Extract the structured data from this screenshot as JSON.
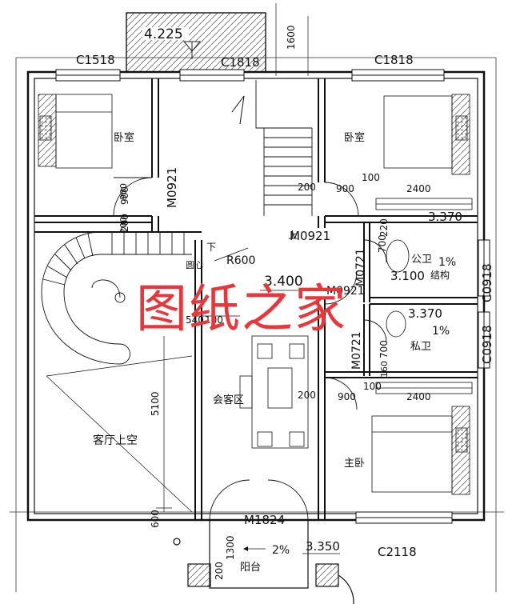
{
  "plan": {
    "windows": {
      "top_left": "C1518",
      "top_center": "C1818",
      "top_right": "C1818",
      "right_upper": "C0918",
      "right_lower": "C0918",
      "bottom": "C2118"
    },
    "doors": {
      "bedroom_left": "M0921",
      "upper_center": "M0921",
      "bath_public": "M0721",
      "bath_center": "M0921",
      "bath_private": "M0721",
      "entrance": "M1824"
    },
    "rooms": {
      "bedroom_left": "卧室",
      "bedroom_right": "卧室",
      "public_bath": "公卫",
      "private_bath": "私卫",
      "master_bedroom": "主卧",
      "living_void": "客厅上空",
      "lounge": "会客区",
      "balcony": "阳台",
      "structure": "结构"
    },
    "elevations": {
      "roof_terrace": "4.225",
      "bath_public": "3.370",
      "bath_public_floor": "3.100",
      "center": "3.400",
      "bath_private": "3.370",
      "balcony": "3.350"
    },
    "dimensions": {
      "d1600": "1600",
      "d900_a": "900",
      "d200_a": "200",
      "d900_b": "900",
      "d100_a": "100",
      "d2400_a": "2400",
      "d540": "540",
      "d100_b": "100",
      "d5100": "5100",
      "d200_b": "200",
      "d900_c": "900",
      "d100_c": "100",
      "d2400_b": "2400",
      "d600": "600",
      "d1300": "1300",
      "d200_c": "200",
      "d700_a": "700",
      "d700_b": "700",
      "d220": "220",
      "d160": "160",
      "d200_d": "200",
      "d900_v": "900",
      "d200_v": "200"
    },
    "annotations": {
      "radius": "R600",
      "up": "上",
      "down": "下",
      "center_circle": "圆心",
      "slope_public": "1%",
      "slope_private": "1%",
      "slope_balcony": "2%"
    },
    "watermark": "图纸之家"
  }
}
